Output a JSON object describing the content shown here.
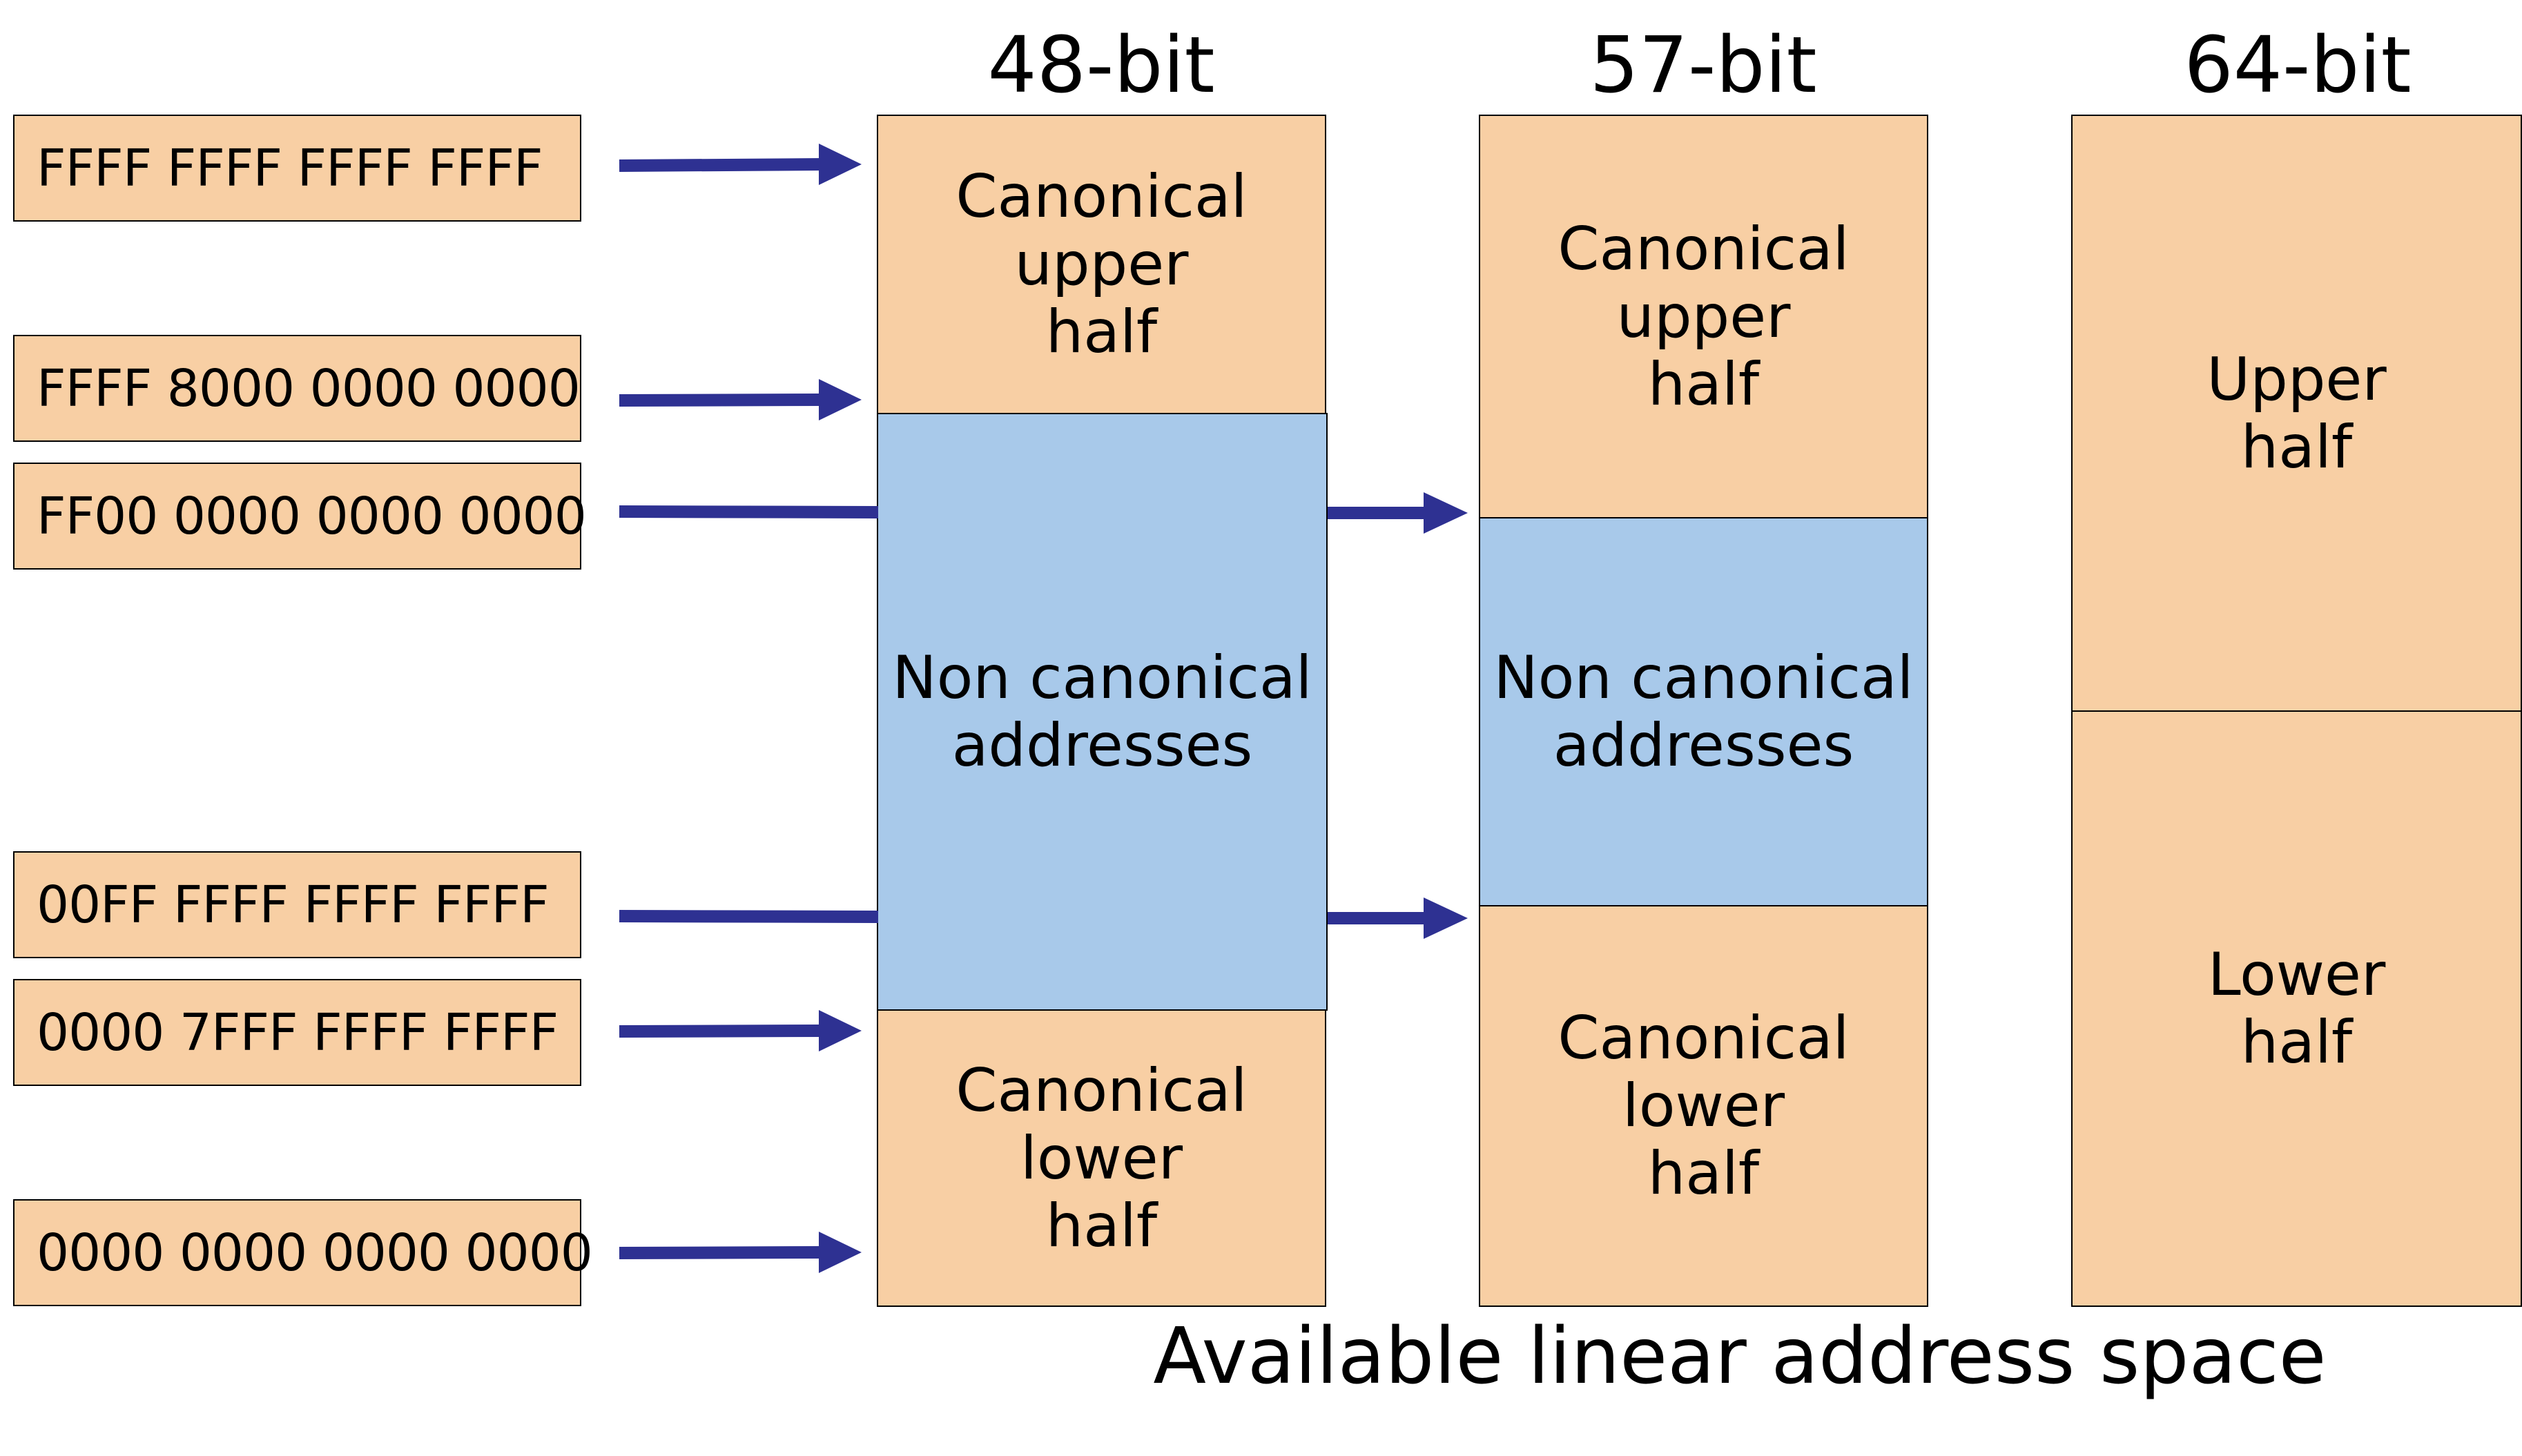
{
  "addresses": [
    "FFFF FFFF FFFF FFFF",
    "FFFF 8000 0000 0000",
    "FF00 0000 0000 0000",
    "00FF FFFF FFFF FFFF",
    "0000 7FFF FFFF FFFF",
    "0000 0000 0000 0000"
  ],
  "columns": [
    {
      "title": "48-bit",
      "upper": "Canonical\nupper\nhalf",
      "middle": "Non canonical\naddresses",
      "lower": "Canonical\nlower\nhalf"
    },
    {
      "title": "57-bit",
      "upper": "Canonical\nupper\nhalf",
      "middle": "Non canonical\naddresses",
      "lower": "Canonical\nlower\nhalf"
    },
    {
      "title": "64-bit",
      "upper": "Upper\nhalf",
      "lower": "Lower\nhalf"
    }
  ],
  "caption": "Available linear address space",
  "colors": {
    "canonical": "#f8cfa4",
    "non_canonical": "#a8c9ea",
    "arrow": "#2e3192"
  }
}
